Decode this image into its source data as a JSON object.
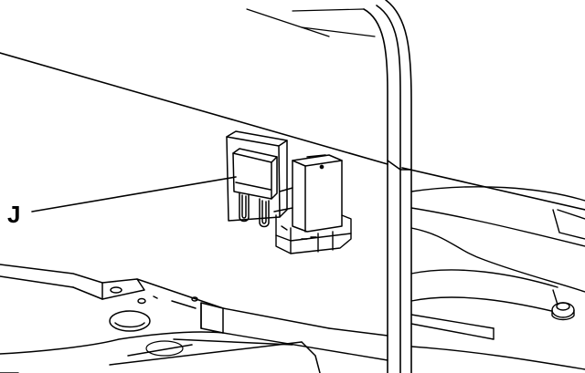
{
  "diagram": {
    "callout": {
      "label": "J",
      "target": "fuse"
    },
    "colors": {
      "line": "#000000",
      "fill": "#ffffff",
      "shade": "#f2f2f2"
    },
    "parts": [
      "panel",
      "frame-tube",
      "fuse",
      "fuse-holder",
      "relay",
      "bolt",
      "lower-bracket"
    ]
  }
}
